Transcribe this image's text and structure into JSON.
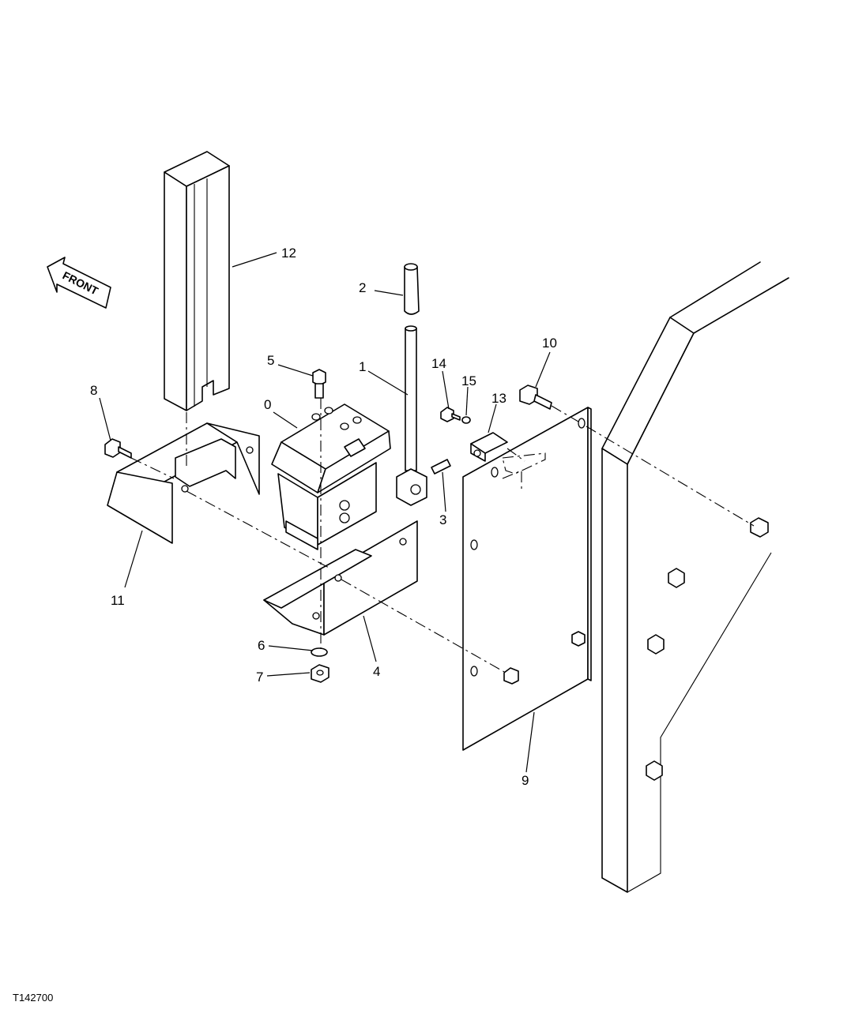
{
  "figure_id": "T142700",
  "direction_label": "FRONT",
  "callouts": [
    "0",
    "1",
    "2",
    "3",
    "4",
    "5",
    "6",
    "7",
    "8",
    "9",
    "10",
    "11",
    "12",
    "13",
    "14",
    "15"
  ],
  "colors": {
    "line": "#000000",
    "background": "#ffffff"
  }
}
